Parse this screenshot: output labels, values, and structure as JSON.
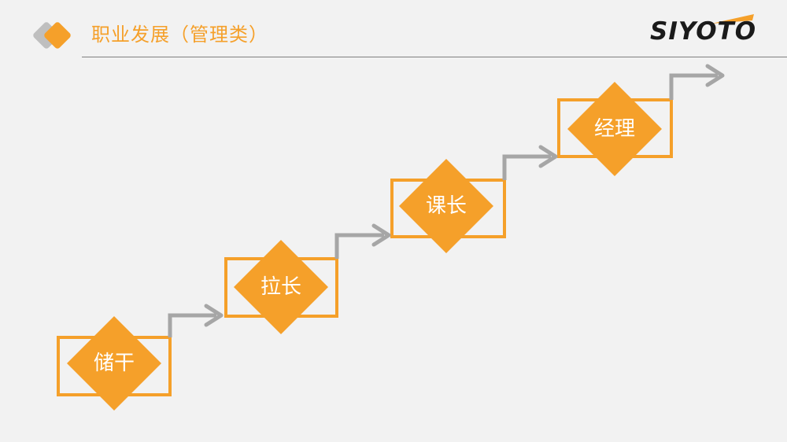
{
  "header": {
    "title": "职业发展（管理类）",
    "logo_text": "SIYOTO"
  },
  "career_path": {
    "stages": [
      {
        "label": "储干"
      },
      {
        "label": "拉长"
      },
      {
        "label": "课长"
      },
      {
        "label": "经理"
      }
    ]
  },
  "colors": {
    "accent_orange": "#f5a02a",
    "box_border_orange": "#f5a02a",
    "arrow_gray": "#a6a6a6",
    "icon_gray": "#bfbfbf",
    "logo_dark": "#1a1a1a",
    "logo_swoosh": "#f5a02a",
    "background": "#f2f2f2"
  }
}
